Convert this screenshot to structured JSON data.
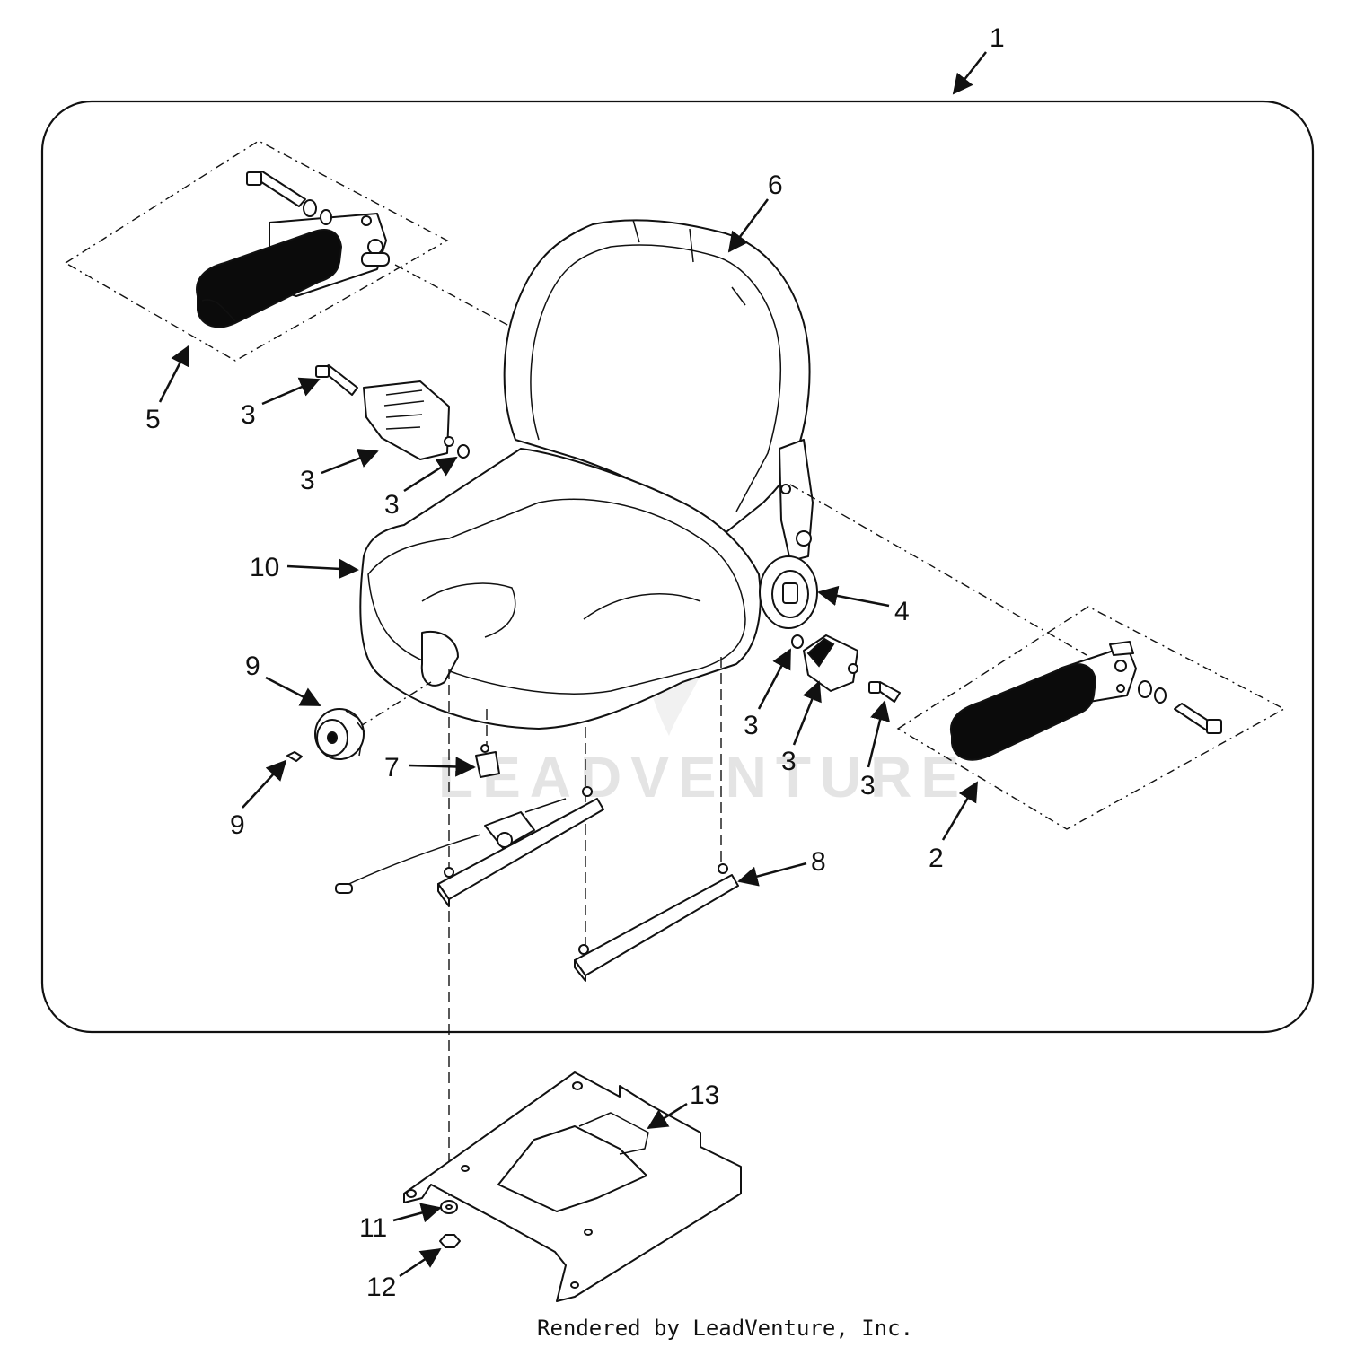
{
  "callouts": {
    "c1": "1",
    "c2": "2",
    "c3a": "3",
    "c3b": "3",
    "c3c": "3",
    "c3d": "3",
    "c3e": "3",
    "c3f": "3",
    "c4": "4",
    "c5": "5",
    "c6": "6",
    "c7": "7",
    "c8": "8",
    "c9a": "9",
    "c9b": "9",
    "c10": "10",
    "c11": "11",
    "c12": "12",
    "c13": "13"
  },
  "watermark": "LEADVENTURE",
  "credit": "Rendered by LeadVenture, Inc."
}
